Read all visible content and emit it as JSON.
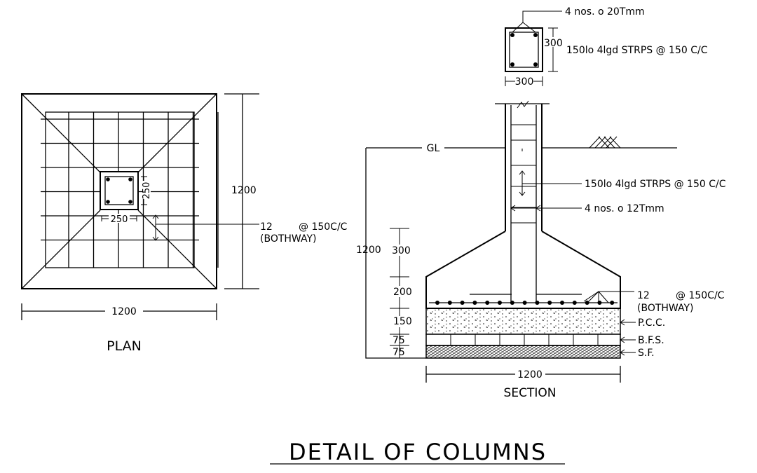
{
  "plan": {
    "caption": "PLAN",
    "width_dim": "1200",
    "height_dim": "1200",
    "column_w": "250",
    "column_h": "250",
    "rebar_line1": "12",
    "rebar_line1b": "@ 150C/C",
    "rebar_line2": "(BOTHWAY)"
  },
  "column_section": {
    "main_bars": "4 nos. o 20Tmm",
    "stirrups": "150lo   4lgd  STRPS  @  150  C/C",
    "width_dim": "300",
    "height_dim": "300"
  },
  "section": {
    "caption": "SECTION",
    "gl": "GL",
    "stirrups": "150lo   4lgd  STRPS  @  150  C/C",
    "bars": "4  nos. o 12Tmm",
    "total_depth": "1200",
    "d_300": "300",
    "d_200": "200",
    "d_150": "150",
    "d_75a": "75",
    "d_75b": "75",
    "rebar_line1": "12",
    "rebar_line1b": "@  150C/C",
    "rebar_line2": "(BOTHWAY)",
    "pcc": "P.C.C.",
    "bfs": "B.F.S.",
    "sf": "S.F.",
    "width_dim": "1200"
  },
  "title": "DETAIL  OF  COLUMNS"
}
